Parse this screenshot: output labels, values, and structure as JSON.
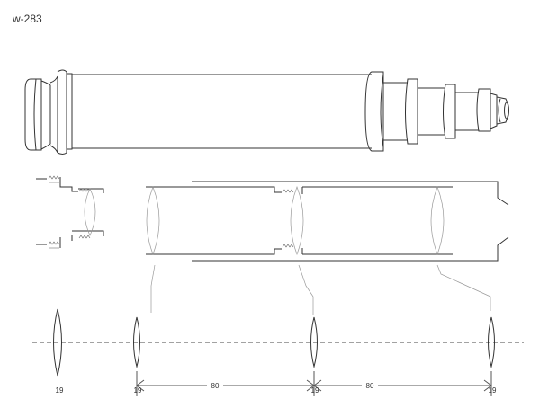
{
  "title": "w-283",
  "dimensions": {
    "spacing_1": "80",
    "spacing_2": "80",
    "lens_labels": [
      "19",
      "19",
      "19",
      "19"
    ]
  }
}
